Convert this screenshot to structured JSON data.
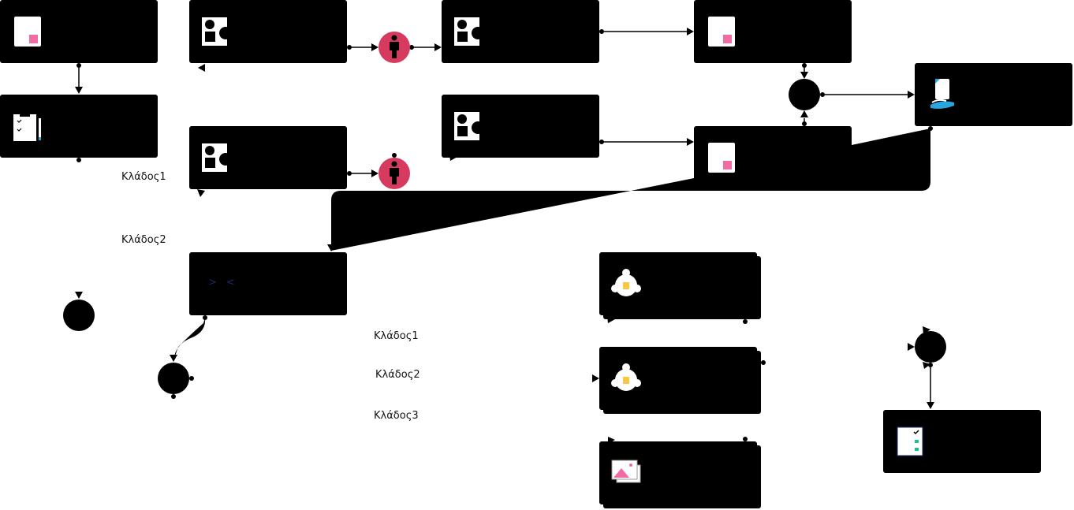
{
  "branch_labels": {
    "b1": "Κλάδος1",
    "b2": "Κλάδος2",
    "c1": "Κλάδος1",
    "c2": "Κλάδος2",
    "c3": "Κλάδος3"
  },
  "compare_glyph": "> <",
  "icons": {
    "document": "document-icon",
    "clipboard": "clipboard-checklist-icon",
    "shapes": "shapes-icon",
    "person": "person-icon",
    "hand_document": "hand-holding-document-icon",
    "brain": "brain-idea-icon",
    "image": "image-icon",
    "checklist": "checklist-icon"
  },
  "colors": {
    "node": "#000000",
    "person_event": "#d63a5e",
    "accent_pink": "#f06ca3",
    "accent_blue": "#29a6e0",
    "accent_teal": "#1bbf9d",
    "accent_yellow": "#f8c745"
  }
}
